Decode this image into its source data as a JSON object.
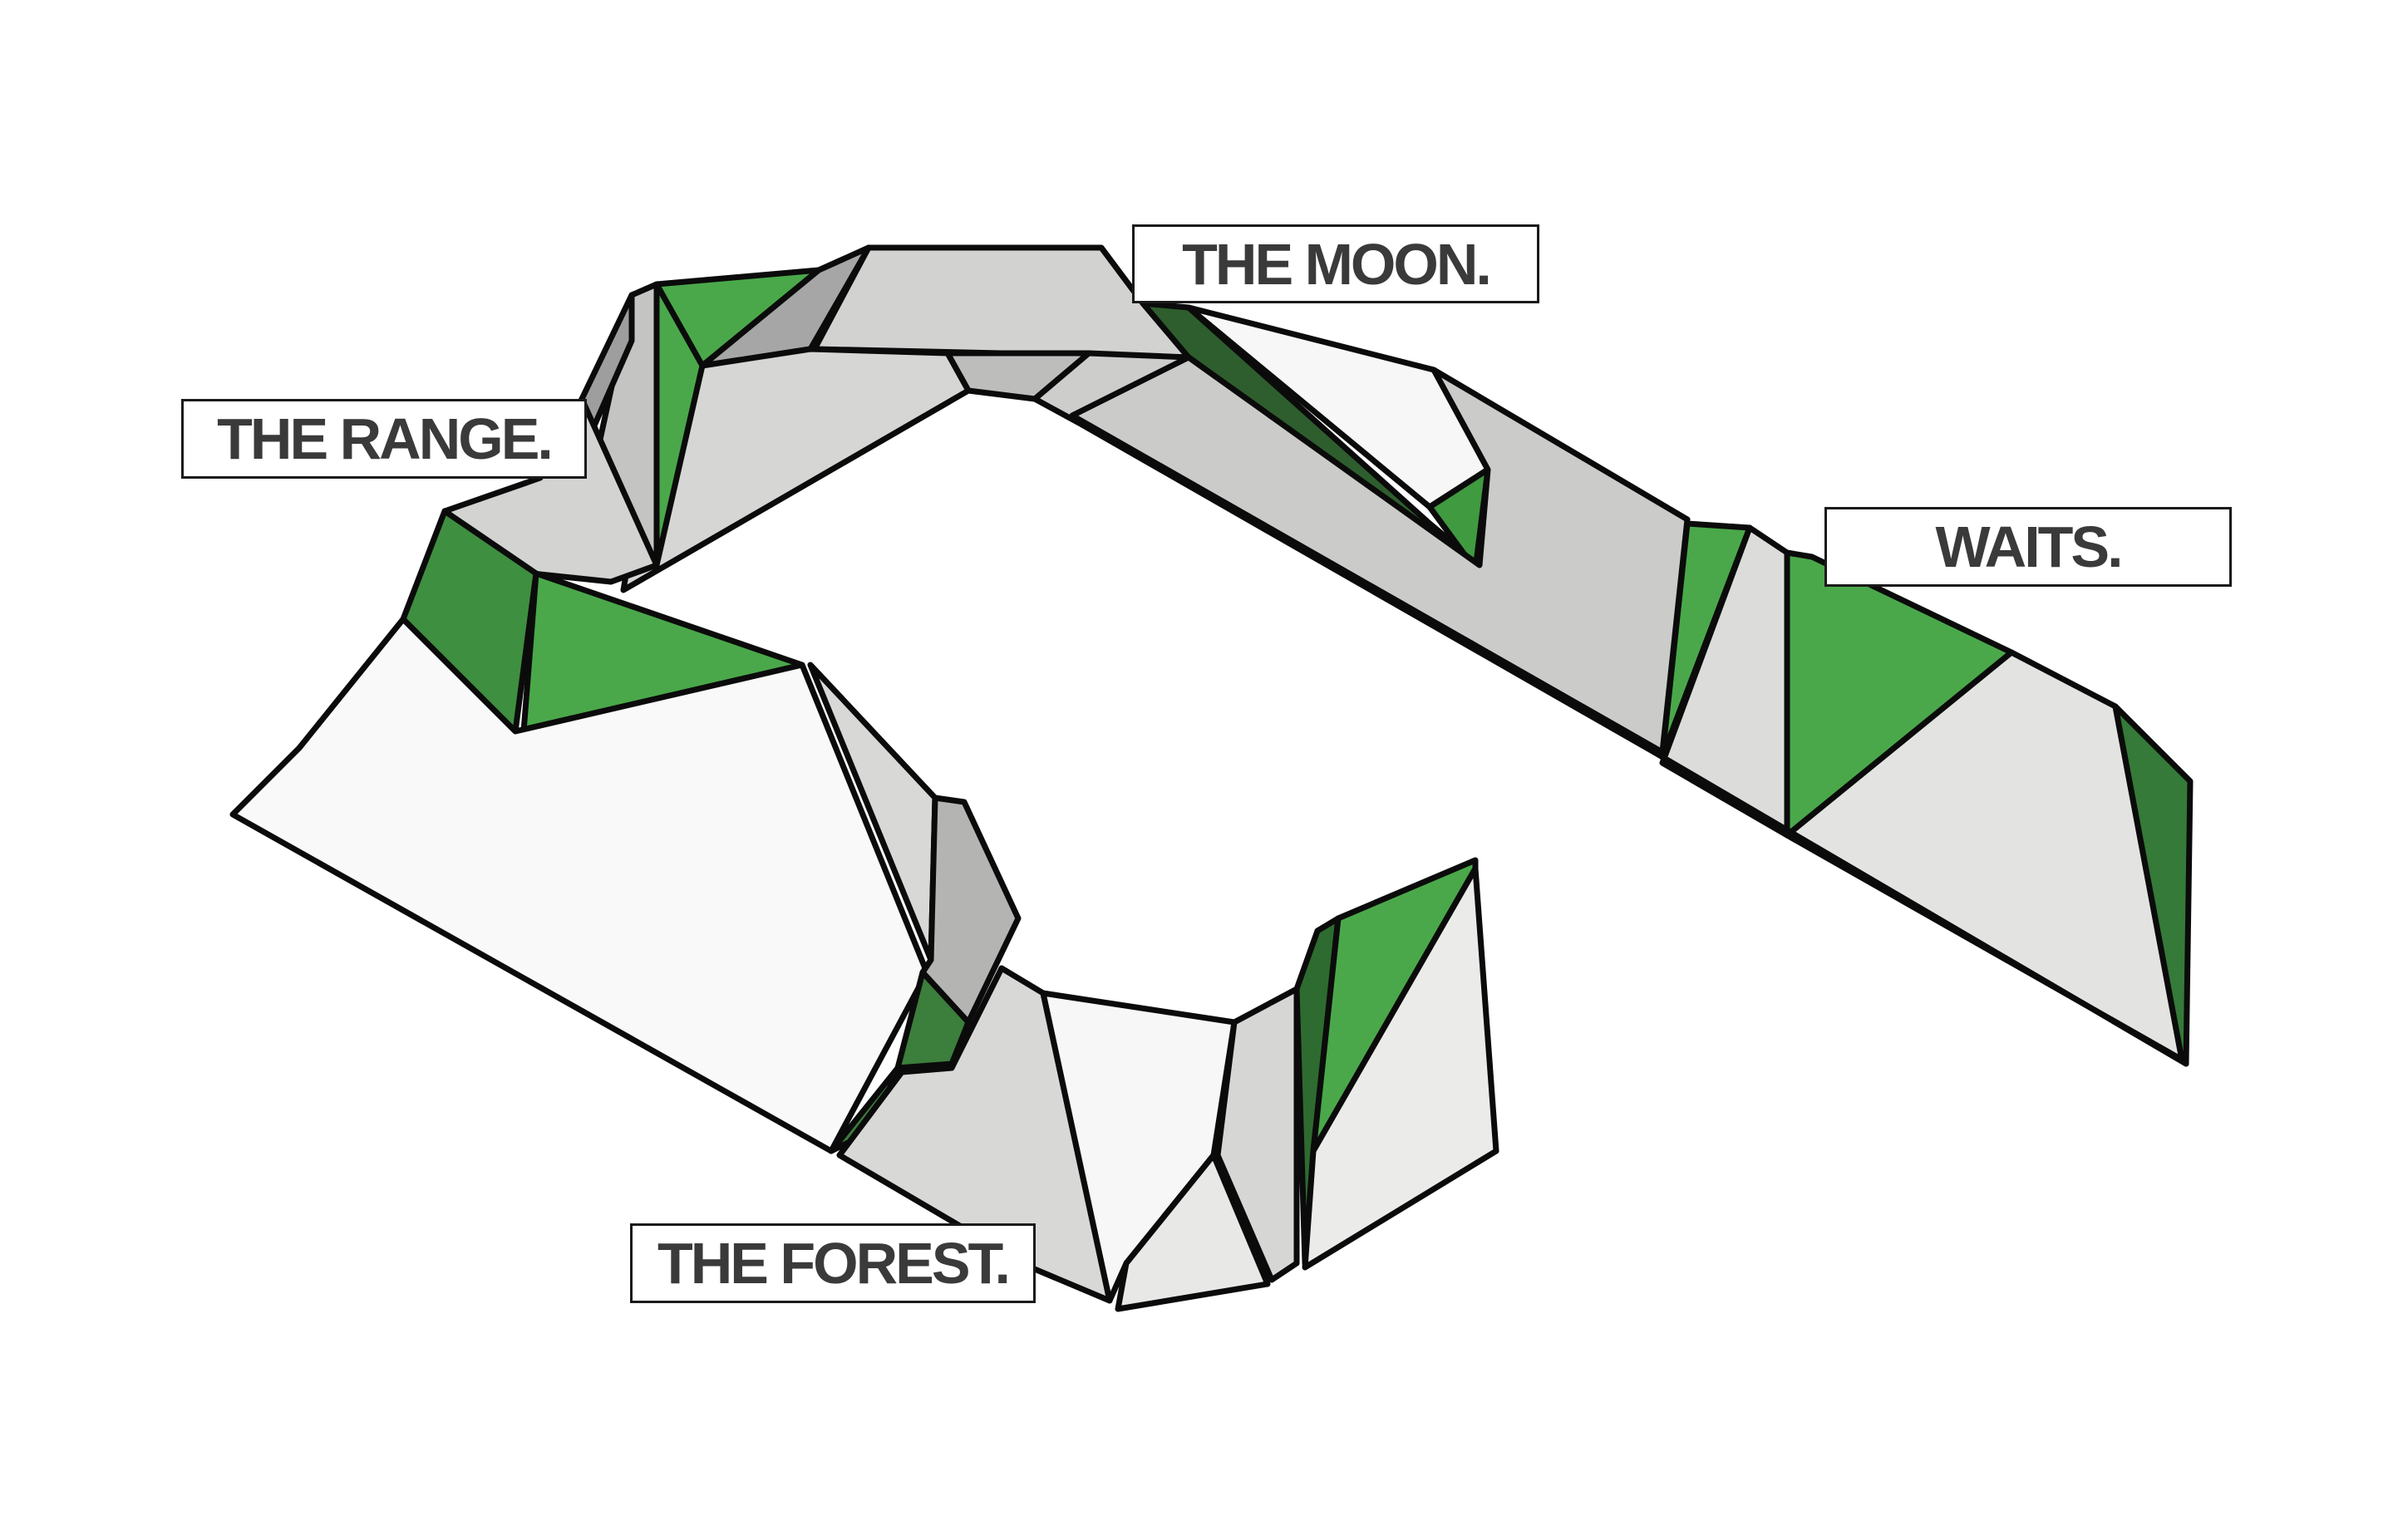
{
  "labels": {
    "moon": "THE MOON.",
    "range": "THE RANGE.",
    "waits": "WAITS.",
    "forest": "THE FOREST."
  },
  "colors": {
    "outline": "#0b0b0b",
    "label_text": "#3a3a3a",
    "green_light": "#4aa84a",
    "green_mid": "#3f8f40",
    "green_dark": "#2e5e2e",
    "grey_light": "#f6f6f6",
    "grey_mid": "#cfd0ce",
    "grey_dark": "#a6a6a6"
  }
}
